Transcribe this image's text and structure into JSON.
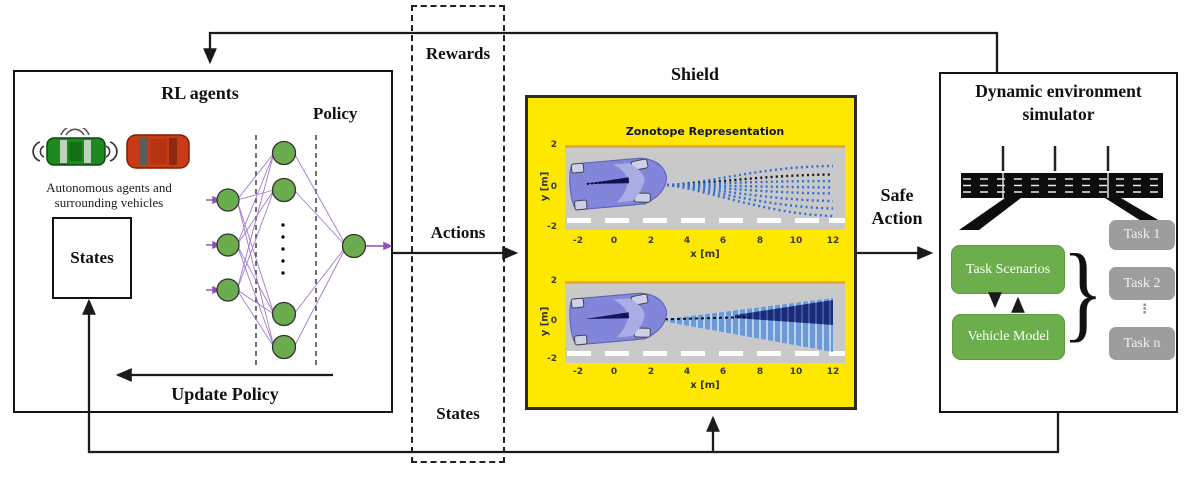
{
  "rl": {
    "title": "RL agents",
    "policy_label": "Policy",
    "caption_line1": "Autonomous agents and",
    "caption_line2": "surrounding vehicles",
    "states_label": "States",
    "update_policy_label": "Update Policy"
  },
  "bus": {
    "rewards": "Rewards",
    "actions": "Actions",
    "states": "States"
  },
  "shield": {
    "title": "Shield",
    "plot_title": "Zonotope Representation",
    "xlabel": "x [m]",
    "ylabel": "y [m]",
    "xticks": [
      "-2",
      "0",
      "2",
      "4",
      "6",
      "8",
      "10",
      "12"
    ],
    "yticks": [
      "2",
      "0",
      "-2"
    ]
  },
  "safe_action": {
    "line1": "Safe",
    "line2": "Action"
  },
  "sim": {
    "title_line1": "Dynamic environment",
    "title_line2": "simulator",
    "task_scenarios": "Task Scenarios",
    "vehicle_model": "Vehicle Model",
    "tasks": [
      "Task 1",
      "Task 2",
      "Task n"
    ],
    "tasks_dots": "⋮",
    "brace": "}"
  },
  "colors": {
    "shield_yellow": "#FFE800",
    "plot_gray": "#C9C9C9",
    "road_boundary_orange": "#ECA83B",
    "ego_vehicle_blue": "#8186DB",
    "trajectory_blue": "#2F6FD8",
    "trajectory_black": "#141414",
    "reachable_set_light": "#8FB6EC",
    "reachable_set_dark": "#1B2C74",
    "nn_node_green": "#6BAD4E",
    "nn_link_purple": "#9A6BC5",
    "green_box": "#6CAE4C",
    "gray_box": "#9D9D9D",
    "arrow_black": "#1a1a1a"
  },
  "chart_data": [
    {
      "type": "scatter",
      "title": "Zonotope Representation",
      "xlabel": "x [m]",
      "ylabel": "y [m]",
      "xlim": [
        -3,
        13
      ],
      "ylim": [
        -2,
        2
      ],
      "xticks": [
        -2,
        0,
        2,
        4,
        6,
        8,
        10,
        12
      ],
      "yticks": [
        2,
        0,
        -2
      ],
      "grid": false,
      "description": "Top-view ego vehicle occupying x=-2.7..2.6; fan of dotted candidate trajectories emanating from (2.5, 0.2) out to x=12; dashed white lane marking at y=-1.9",
      "series": [
        {
          "name": "selected trajectory (black dotted)",
          "x": [
            2.5,
            12
          ],
          "y": [
            0.2,
            0.75
          ]
        },
        {
          "name": "candidate trajectories (blue dotted), y at x=12",
          "x_end": 12,
          "y_end": [
            1.15,
            0.45,
            0.15,
            -0.15,
            -0.5,
            -0.85,
            -1.2
          ]
        }
      ]
    },
    {
      "type": "area",
      "title": "",
      "xlabel": "x [m]",
      "ylabel": "y [m]",
      "xlim": [
        -3,
        13
      ],
      "ylim": [
        -2,
        2
      ],
      "xticks": [
        -2,
        0,
        2,
        4,
        6,
        8,
        10,
        12
      ],
      "yticks": [
        2,
        0,
        -2
      ],
      "grid": false,
      "description": "Reachable-set zonotope slices (light blue vertical bars) fanning from vehicle front (2.5, 0.15) to x=12 spanning y=1.25..-1.35, with dark navy occupied subset in the upper band from x≈5.5 to 12"
    }
  ]
}
